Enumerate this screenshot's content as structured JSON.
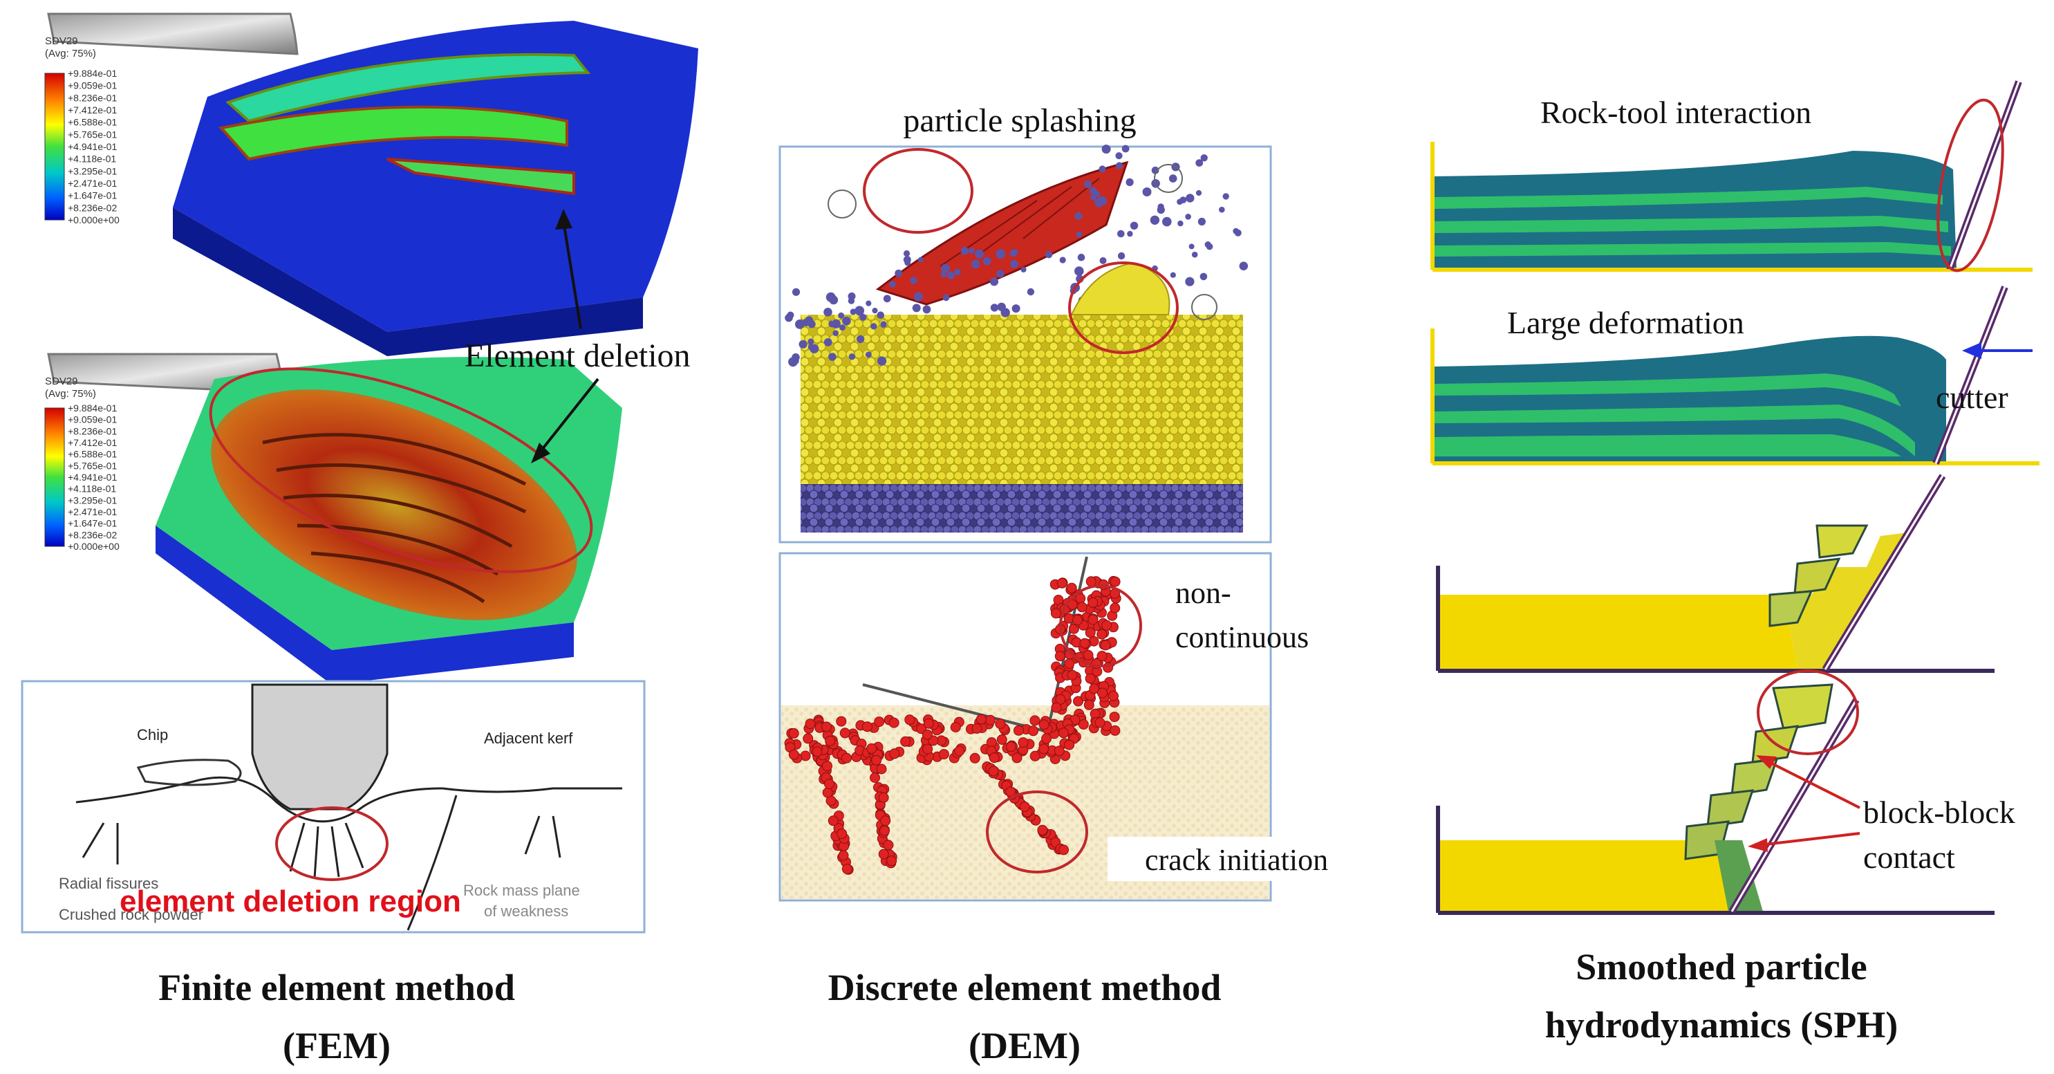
{
  "fem": {
    "legend_title_1": "SDV29",
    "legend_subtitle_1": "(Avg: 75%)",
    "legend_title_2": "SDV29",
    "legend_subtitle_2": "(Avg: 75%)",
    "legend_values": [
      "+9.884e-01",
      "+9.059e-01",
      "+8.236e-01",
      "+7.412e-01",
      "+6.588e-01",
      "+5.765e-01",
      "+4.941e-01",
      "+4.118e-01",
      "+3.295e-01",
      "+2.471e-01",
      "+1.647e-01",
      "+8.236e-02",
      "+0.000e+00"
    ],
    "element_deletion": "Element deletion",
    "sketch": {
      "chip": "Chip",
      "adjacent_kerf": "Adjacent kerf",
      "radial_fissures": "Radial fissures",
      "crushed": "Crushed rock powder",
      "rock_mass_plane": "Rock mass plane",
      "of_weakness": "of weakness",
      "region": "element deletion region"
    },
    "caption_1": "Finite element method",
    "caption_2": "(FEM)"
  },
  "dem": {
    "particle_splashing": "particle splashing",
    "non": "non-",
    "continuous": "continuous",
    "crack_initiation": "crack initiation",
    "caption_1": "Discrete element method",
    "caption_2": "(DEM)"
  },
  "sph": {
    "rock_tool": "Rock-tool interaction",
    "large_deformation": "Large deformation",
    "cutter": "cutter",
    "block_block": "block-block",
    "contact": "contact",
    "caption_1": "Smoothed particle",
    "caption_2": "hydrodynamics (SPH)"
  },
  "colors": {
    "fem_blue": "#1a2fd0",
    "fem_red": "#c81e0e",
    "dem_yellow": "#e6d62a",
    "dem_purple": "#5b55a8",
    "dem_red": "#e02222",
    "sph_teal": "#1d7a8c",
    "sph_green": "#2fbf6a",
    "sph_yellow": "#f3d800",
    "annot_red": "#c0282c"
  }
}
